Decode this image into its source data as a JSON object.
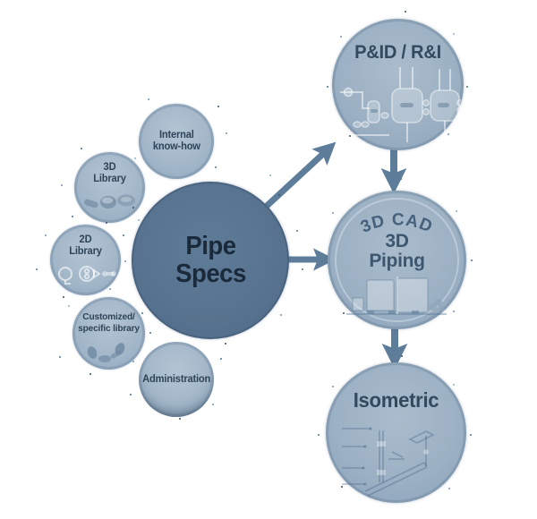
{
  "palette": {
    "background": "#ffffff",
    "hub_fill": "#57728e",
    "satellite_fill": "#a3b7c9",
    "output_fill": "#9db1c4",
    "arrow": "#5e7d9b",
    "hub_text": "#1b2a3a",
    "satellite_text": "#2e4458",
    "output_title_text": "#33495e"
  },
  "hub": {
    "line1": "Pipe",
    "line2": "Specs"
  },
  "satellites": [
    {
      "id": "internal-know-how",
      "line1": "Internal",
      "line2": "know-how"
    },
    {
      "id": "3d-library",
      "line1": "3D",
      "line2": "Library"
    },
    {
      "id": "2d-library",
      "line1": "2D",
      "line2": "Library"
    },
    {
      "id": "customized-specific-library",
      "line1": "Customized/",
      "line2": "specific library"
    },
    {
      "id": "administration",
      "line1": "Administration"
    }
  ],
  "outputs": {
    "pid": {
      "title": "P&ID / R&I"
    },
    "cad": {
      "arc_label": "3D CAD",
      "line1": "3D",
      "line2": "Piping"
    },
    "isometric": {
      "title": "Isometric"
    }
  }
}
